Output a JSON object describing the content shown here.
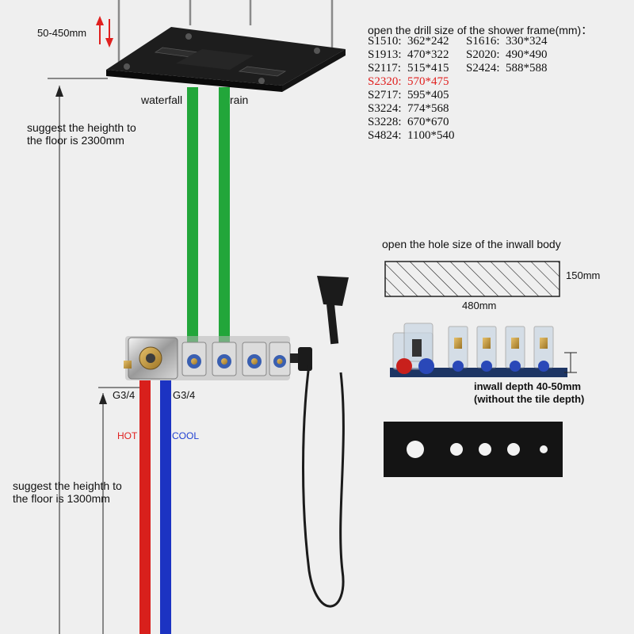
{
  "height_adjust": {
    "label": "50-450mm"
  },
  "spec": {
    "title": "open the drill size of the shower frame(mm)：",
    "left": [
      {
        "code": "S1510:",
        "size": "362*242"
      },
      {
        "code": "S1913:",
        "size": "470*322"
      },
      {
        "code": "S2117:",
        "size": "515*415"
      },
      {
        "code": "S2320:",
        "size": "570*475",
        "highlight": true
      },
      {
        "code": "S2717:",
        "size": "595*405"
      },
      {
        "code": "S3224:",
        "size": "774*568"
      },
      {
        "code": "S3228:",
        "size": "670*670"
      },
      {
        "code": "S4824:",
        "size": "1100*540"
      }
    ],
    "right": [
      {
        "code": "S1616:",
        "size": "330*324"
      },
      {
        "code": "S2020:",
        "size": "490*490"
      },
      {
        "code": "S2424:",
        "size": "588*588"
      }
    ]
  },
  "labels": {
    "waterfall": "waterfall",
    "rain": "rain",
    "ceiling_height_line1": "suggest the heighth to",
    "ceiling_height_line2": "the floor is 2300mm",
    "valve_height_line1": "suggest the heighth to",
    "valve_height_line2": "the floor is 1300mm",
    "g34_left": "G3/4",
    "g34_right": "G3/4",
    "hot": "HOT",
    "cool": "COOL"
  },
  "inwall": {
    "title": "open the hole size of the inwall body",
    "height": "150mm",
    "width": "480mm",
    "depth_line1": "inwall depth 40-50mm",
    "depth_line2": "(without the tile depth)"
  },
  "colors": {
    "background": "#efefef",
    "pipe_green": "#22a63a",
    "pipe_hot": "#d8201c",
    "pipe_cool": "#1c33c2",
    "highlight": "#e0201f",
    "metal_black": "#1b1b1b"
  },
  "icons": {
    "height_arrows": "up-down-arrows-icon",
    "dimension_arrow": "up-arrow-icon"
  }
}
